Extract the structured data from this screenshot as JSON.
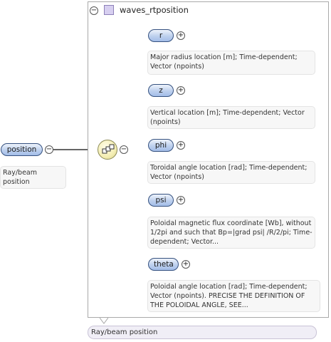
{
  "root": {
    "name": "position",
    "description": "Ray/beam position"
  },
  "group": {
    "name": "waves_rtposition",
    "caption": "Ray/beam position",
    "toggle_symbol": "⊖",
    "square_color": "#d7cff0"
  },
  "compositor": {
    "type": "sequence",
    "icon": "sequence-icon"
  },
  "expand_symbol": "+",
  "collapse_symbol": "−",
  "children": [
    {
      "name": "r",
      "description": "Major radius location [m]; Time-dependent; Vector (npoints)"
    },
    {
      "name": "z",
      "description": "Vertical location [m]; Time-dependent; Vector (npoints)"
    },
    {
      "name": "phi",
      "description": "Toroidal angle location [rad]; Time-dependent; Vector (npoints)"
    },
    {
      "name": "psi",
      "description": "Poloidal magnetic flux coordinate [Wb], without 1/2pi and such that Bp=|grad psi| /R/2/pi; Time-dependent; Vector..."
    },
    {
      "name": "theta",
      "description": "Poloidal angle location [rad]; Time-dependent; Vector (npoints). PRECISE THE DEFINITION OF THE POLOIDAL ANGLE, SEE..."
    }
  ],
  "colors": {
    "pill_border": "#35517f",
    "pill_fill": "#bdd0ee",
    "compositor_fill": "#f4eeb4",
    "group_caption_fill": "#f0eef6"
  }
}
